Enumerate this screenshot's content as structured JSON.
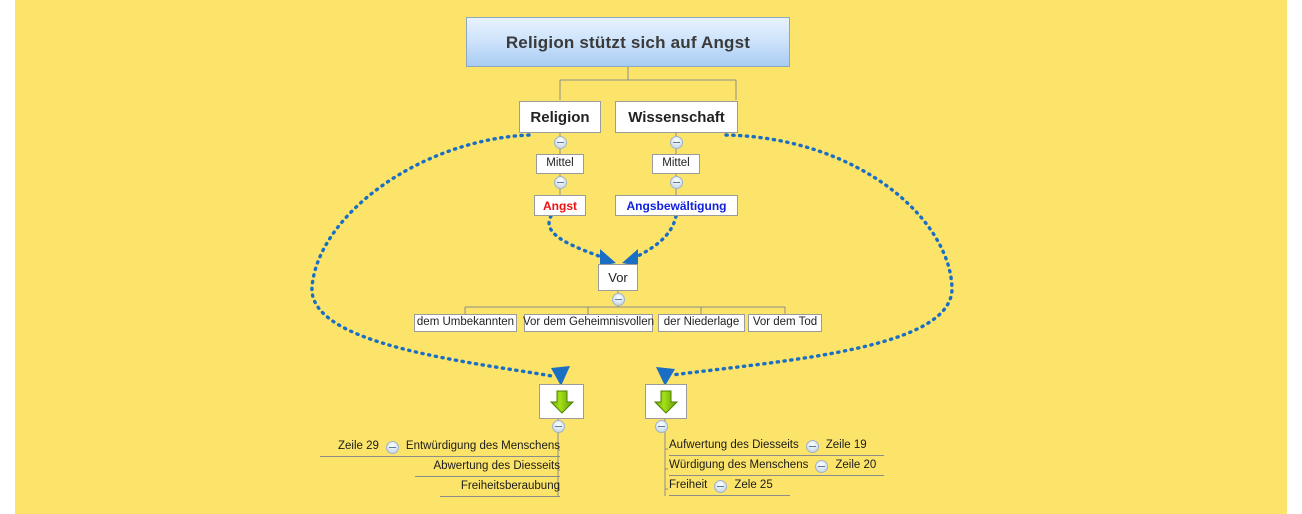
{
  "theme": {
    "canvas_color": "#fce46a",
    "page_color": "#ffffff",
    "node_fill": "#ffffff",
    "node_border": "#9b9b9b",
    "root_gradient_top": "#e8f2fd",
    "root_gradient_bottom": "#a8ccf2",
    "connector_color": "#8c8c8c",
    "dotted_link_color": "#1a6fc4",
    "accent_red": "#ee1111",
    "accent_blue": "#1122dd",
    "green_arrow_color": "#8bd111"
  },
  "map": {
    "root": {
      "label": "Religion stützt sich auf Angst"
    },
    "branches": [
      {
        "label": "Religion"
      },
      {
        "label": "Wissenschaft"
      }
    ],
    "means": [
      {
        "label": "Mittel"
      },
      {
        "label": "Mittel"
      }
    ],
    "means_children": [
      {
        "label": "Angst",
        "color": "red"
      },
      {
        "label": "Angsbewältigung",
        "color": "blue"
      }
    ],
    "vor": {
      "label": "Vor"
    },
    "vor_children": [
      {
        "label": "dem Umbekannten"
      },
      {
        "label": "Vor dem Geheimnisvollen"
      },
      {
        "label": "der Niederlage"
      },
      {
        "label": "Vor dem Tod"
      }
    ],
    "outcome_left": {
      "icon": "green-down-arrow-icon",
      "items": [
        {
          "text": "Entwürdigung des Menschens",
          "zeile": "Zeile 29",
          "has_collapse": true
        },
        {
          "text": "Abwertung des Diesseits",
          "zeile": "",
          "has_collapse": false
        },
        {
          "text": "Freiheitsberaubung",
          "zeile": "",
          "has_collapse": false
        }
      ]
    },
    "outcome_right": {
      "icon": "green-down-arrow-icon",
      "items": [
        {
          "text": "Aufwertung des Diesseits",
          "zeile": "Zeile 19",
          "has_collapse": true
        },
        {
          "text": "Würdigung des Menschens",
          "zeile": "Zeile 20",
          "has_collapse": true
        },
        {
          "text": "Freiheit",
          "zeile": "Zele 25",
          "has_collapse": true
        }
      ]
    }
  }
}
